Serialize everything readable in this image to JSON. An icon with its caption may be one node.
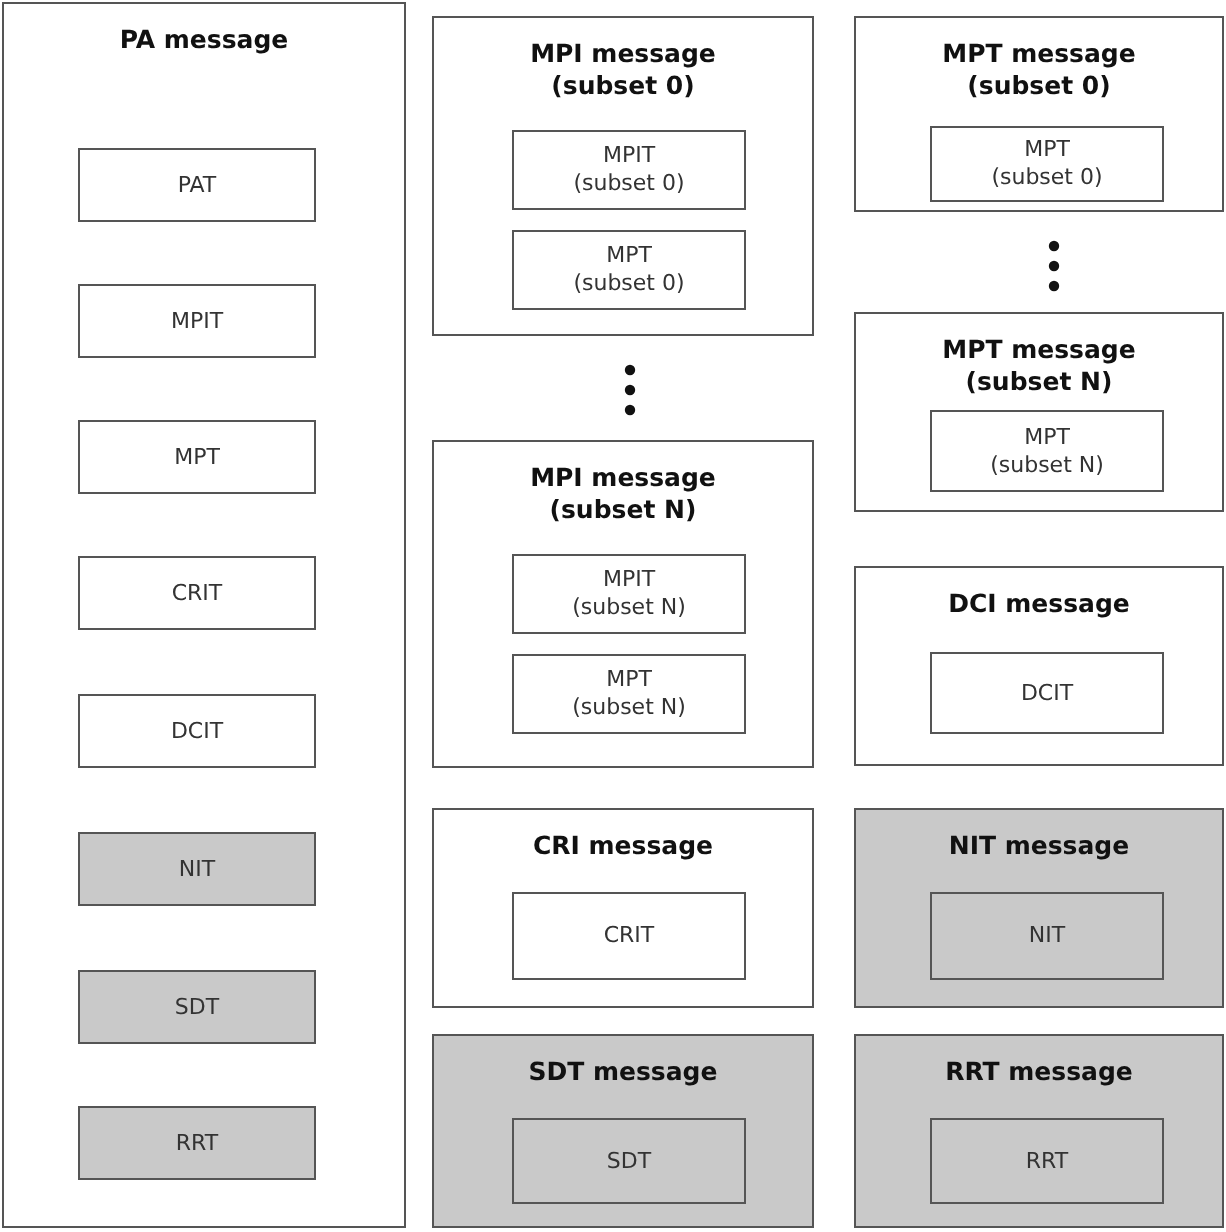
{
  "diagram": {
    "nodes": [
      {
        "text": [
          "PA message"
        ]
      },
      {
        "text": [
          "PAT"
        ],
        "in": 0
      },
      {
        "text": [
          "MPIT"
        ],
        "in": 0
      },
      {
        "text": [
          "MPT"
        ],
        "in": 0
      },
      {
        "text": [
          "CRIT"
        ],
        "in": 0
      },
      {
        "text": [
          "DCIT"
        ],
        "in": 0
      },
      {
        "text": [
          "NIT"
        ],
        "in": 0
      },
      {
        "text": [
          "SDT"
        ],
        "in": 0
      },
      {
        "text": [
          "RRT"
        ],
        "in": 0
      },
      {
        "text": [
          "MPI message (subset 0)"
        ]
      },
      {
        "text": [
          "MPIT (subset 0)"
        ],
        "in": 9
      },
      {
        "text": [
          "MPT (subset 0)"
        ],
        "in": 9
      },
      {
        "text": [
          "MPI message (subset N)"
        ]
      },
      {
        "text": [
          "MPIT (subset N)"
        ],
        "in": 12
      },
      {
        "text": [
          "MPT (subset N)"
        ],
        "in": 12
      },
      {
        "text": [
          "CRI message"
        ]
      },
      {
        "text": [
          "CRIT"
        ],
        "in": 15
      },
      {
        "text": [
          "SDT message"
        ]
      },
      {
        "text": [
          "SDT"
        ],
        "in": 17
      },
      {
        "text": [
          "MPT message (subset 0)"
        ]
      },
      {
        "text": [
          "MPT (subset 0)"
        ],
        "in": 19
      },
      {
        "text": [
          "MPT message (subset N)"
        ]
      },
      {
        "text": [
          "MPT (subset N)"
        ],
        "in": 21
      },
      {
        "text": [
          "DCI message"
        ]
      },
      {
        "text": [
          "DCIT"
        ],
        "in": 23
      },
      {
        "text": [
          "NIT message"
        ]
      },
      {
        "text": [
          "NIT"
        ],
        "in": 25
      },
      {
        "text": [
          "RRT message"
        ]
      },
      {
        "text": [
          "RRT"
        ],
        "in": 27
      }
    ],
    "edges": []
  }
}
